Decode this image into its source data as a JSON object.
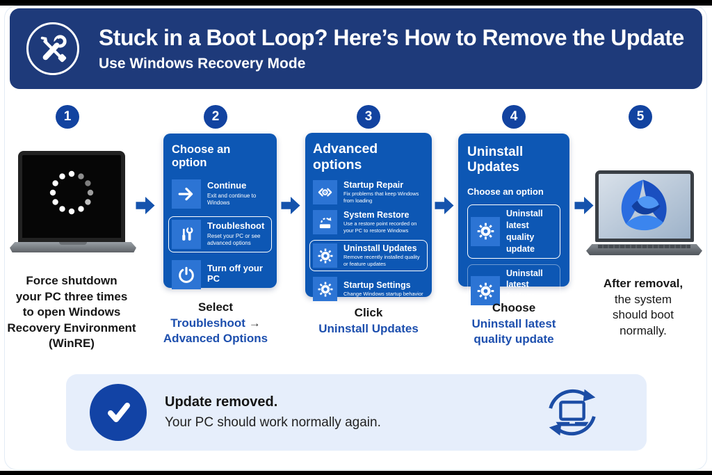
{
  "header": {
    "title": "Stuck in a Boot Loop? Here’s How to Remove the Update",
    "subtitle": "Use Windows Recovery Mode"
  },
  "steps": {
    "one": {
      "number": "1",
      "caption_lines": [
        "Force shutdown",
        "your PC three times",
        "to open Windows",
        "Recovery Environment",
        "(WinRE)"
      ]
    },
    "two": {
      "number": "2",
      "caption_action": "Select",
      "caption_link1": "Troubleshoot",
      "caption_arrow": "→",
      "caption_link2": "Advanced Options"
    },
    "three": {
      "number": "3",
      "caption_action": "Click",
      "caption_link": "Uninstall Updates"
    },
    "four": {
      "number": "4",
      "caption_action": "Choose",
      "caption_link_lines": [
        "Uninstall latest",
        "quality update"
      ]
    },
    "five": {
      "number": "5",
      "caption_bold": "After removal,",
      "caption_lines": [
        "the system",
        "should boot",
        "normally."
      ]
    }
  },
  "panels": {
    "choose_option": {
      "title": "Choose an option",
      "items": [
        {
          "label": "Continue",
          "sub": "Exit and continue to Windows",
          "icon": "arrow-right-icon",
          "selected": false
        },
        {
          "label": "Troubleshoot",
          "sub": "Reset your PC or see advanced options",
          "icon": "tools-icon",
          "selected": true
        },
        {
          "label": "Turn off your PC",
          "sub": "",
          "icon": "power-icon",
          "selected": false
        }
      ]
    },
    "advanced_options": {
      "title": "Advanced options",
      "items": [
        {
          "label": "Startup Repair",
          "sub": "Fix problems that keep Windows from loading",
          "icon": "startup-repair-icon",
          "selected": false
        },
        {
          "label": "System Restore",
          "sub": "Use a restore point recorded on your PC to restore Windows",
          "icon": "system-restore-icon",
          "selected": false
        },
        {
          "label": "Uninstall Updates",
          "sub": "Remove recently installed quality or feature updates",
          "icon": "gear-icon",
          "selected": true
        },
        {
          "label": "Startup Settings",
          "sub": "Change Windows startup behavior",
          "icon": "gear-icon",
          "selected": false
        }
      ]
    },
    "uninstall_updates": {
      "title": "Uninstall Updates",
      "subtitle": "Choose an option",
      "items": [
        {
          "label": "Uninstall latest quality update",
          "icon": "gear-icon",
          "selected": true
        },
        {
          "label": "Uninstall latest feature update",
          "icon": "gear-icon",
          "selected": false
        }
      ]
    }
  },
  "banner": {
    "title": "Update removed.",
    "text": "Your PC should work normally again."
  },
  "colors": {
    "header_bg": "#1e3a7a",
    "panel_bg": "#0d57b4",
    "tile_bg": "#2c74d4",
    "badge_bg": "#1243a0",
    "arrow_blue": "#1553ad",
    "link_blue": "#1d4fae",
    "banner_bg": "#e6eefb",
    "check_bg": "#1243a5"
  }
}
